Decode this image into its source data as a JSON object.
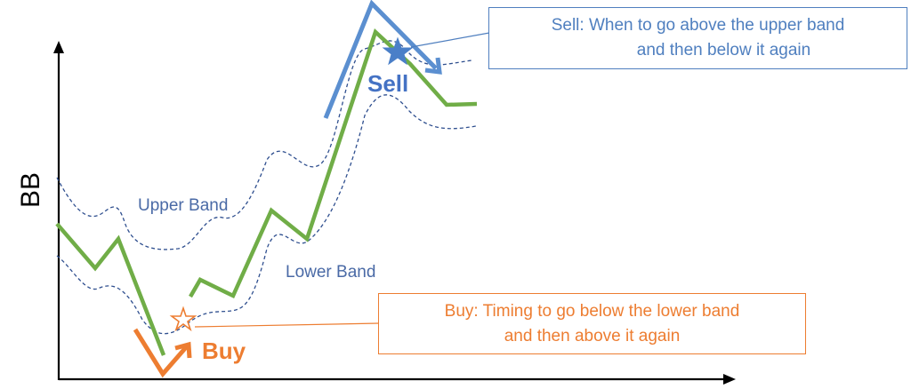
{
  "axis": {
    "y_label": "BB"
  },
  "bands": {
    "upper_label": "Upper Band",
    "lower_label": "Lower Band"
  },
  "signals": {
    "sell": {
      "label": "Sell",
      "callout_line1": "Sell: When to go above the upper band",
      "callout_line2": "and then below it again"
    },
    "buy": {
      "label": "Buy",
      "callout_line1": "Buy: Timing to go below the lower band",
      "callout_line2": "and then above it again"
    }
  },
  "colors": {
    "price_line": "#70ad47",
    "band_line": "#2f4f8f",
    "sell": "#4f7fbf",
    "buy": "#ed7d31",
    "axis": "#000000",
    "band_label": "#4a6aa6"
  }
}
